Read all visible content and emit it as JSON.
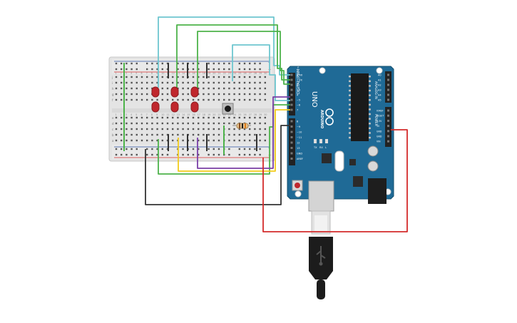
{
  "breadboard": {
    "row_letters_top": [
      "j",
      "i",
      "h",
      "g",
      "f"
    ],
    "row_letters_bottom": [
      "e",
      "d",
      "c",
      "b",
      "a"
    ],
    "column_numbers": [
      "1",
      "2",
      "3",
      "4",
      "5",
      "6",
      "7",
      "8",
      "9",
      "10",
      "11",
      "12",
      "13",
      "14",
      "15",
      "16",
      "17",
      "18",
      "19",
      "20",
      "21",
      "22",
      "23",
      "24",
      "25",
      "26",
      "27",
      "28",
      "29",
      "30"
    ],
    "rail_minus": "-",
    "rail_plus": "+"
  },
  "arduino": {
    "model_text": "UNO",
    "logo_text": "ARDUINO",
    "digital_header_label": "DIGITAL (PWM~)",
    "digital_pins": [
      "0 RX",
      "1 TX",
      "2",
      "~3",
      "4",
      "~5",
      "~6",
      "7",
      "8",
      "~9",
      "~10",
      "~11",
      "12",
      "13",
      "GND",
      "AREF"
    ],
    "analog_header_label": "ANALOG IN",
    "analog_pins": [
      "A0",
      "A1",
      "A2",
      "A3",
      "A4",
      "A5"
    ],
    "power_header_label": "POWER",
    "power_pins": [
      "IOREF",
      "RESET",
      "3.3V",
      "5V",
      "GND",
      "GND",
      "VIN"
    ],
    "tx_label": "TX",
    "rx_label": "RX",
    "l_label": "L"
  },
  "wires": [
    {
      "color": "#6ec6cf",
      "role": "cyan-top"
    },
    {
      "color": "#4db34a",
      "role": "green-top-1"
    },
    {
      "color": "#4db34a",
      "role": "green-top-2"
    },
    {
      "color": "#6ec6cf",
      "role": "cyan-button"
    },
    {
      "color": "#4db34a",
      "role": "green-bottom"
    },
    {
      "color": "#f2cc1c",
      "role": "yellow"
    },
    {
      "color": "#7a3fa8",
      "role": "purple"
    },
    {
      "color": "#333333",
      "role": "black-gnd"
    },
    {
      "color": "#d42b2b",
      "role": "red-5v"
    }
  ],
  "colors": {
    "board_blue": "#1f6a96",
    "breadboard": "#e6e6e6",
    "led_red": "#c0272d",
    "rail_red": "#d42b2b",
    "rail_blue": "#2a4fa0"
  }
}
